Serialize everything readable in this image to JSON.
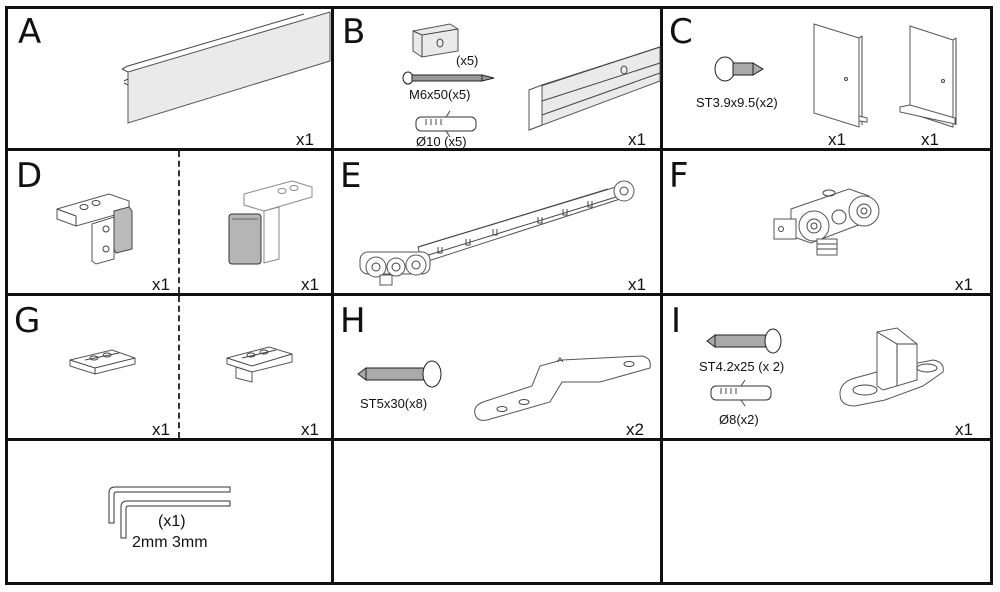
{
  "title": "Sliding door hardware parts list",
  "parts": {
    "A": {
      "letter": "A",
      "qty": "x1",
      "item": "cover-profile"
    },
    "B": {
      "letter": "B",
      "qty": "x1",
      "labels": {
        "spacer_qty": "(x5)",
        "screw": "M6x50(x5)",
        "anchor": "Ø10 (x5)"
      },
      "item": "track-rail"
    },
    "C": {
      "letter": "C",
      "labels": {
        "screw": "ST3.9x9.5(x2)"
      },
      "qty_left": "x1",
      "qty_right": "x1",
      "item": "end-caps"
    },
    "D": {
      "letter": "D",
      "qty_left": "x1",
      "qty_right": "x1",
      "item": "stoppers"
    },
    "E": {
      "letter": "E",
      "qty": "x1",
      "item": "damper-trolley"
    },
    "F": {
      "letter": "F",
      "qty": "x1",
      "item": "roller-trolley"
    },
    "G": {
      "letter": "G",
      "qty_left": "x1",
      "qty_right": "x1",
      "item": "clips"
    },
    "H": {
      "letter": "H",
      "qty": "x2",
      "labels": {
        "screw": "ST5x30(x8)"
      },
      "item": "door-bracket"
    },
    "I": {
      "letter": "I",
      "qty": "x1",
      "labels": {
        "screw": "ST4.2x25 (x 2)",
        "anchor": "Ø8(x2)"
      },
      "item": "floor-guide"
    },
    "J": {
      "labels": {
        "qty": "(x1)",
        "sizes": "2mm 3mm"
      },
      "item": "hex-keys"
    }
  }
}
